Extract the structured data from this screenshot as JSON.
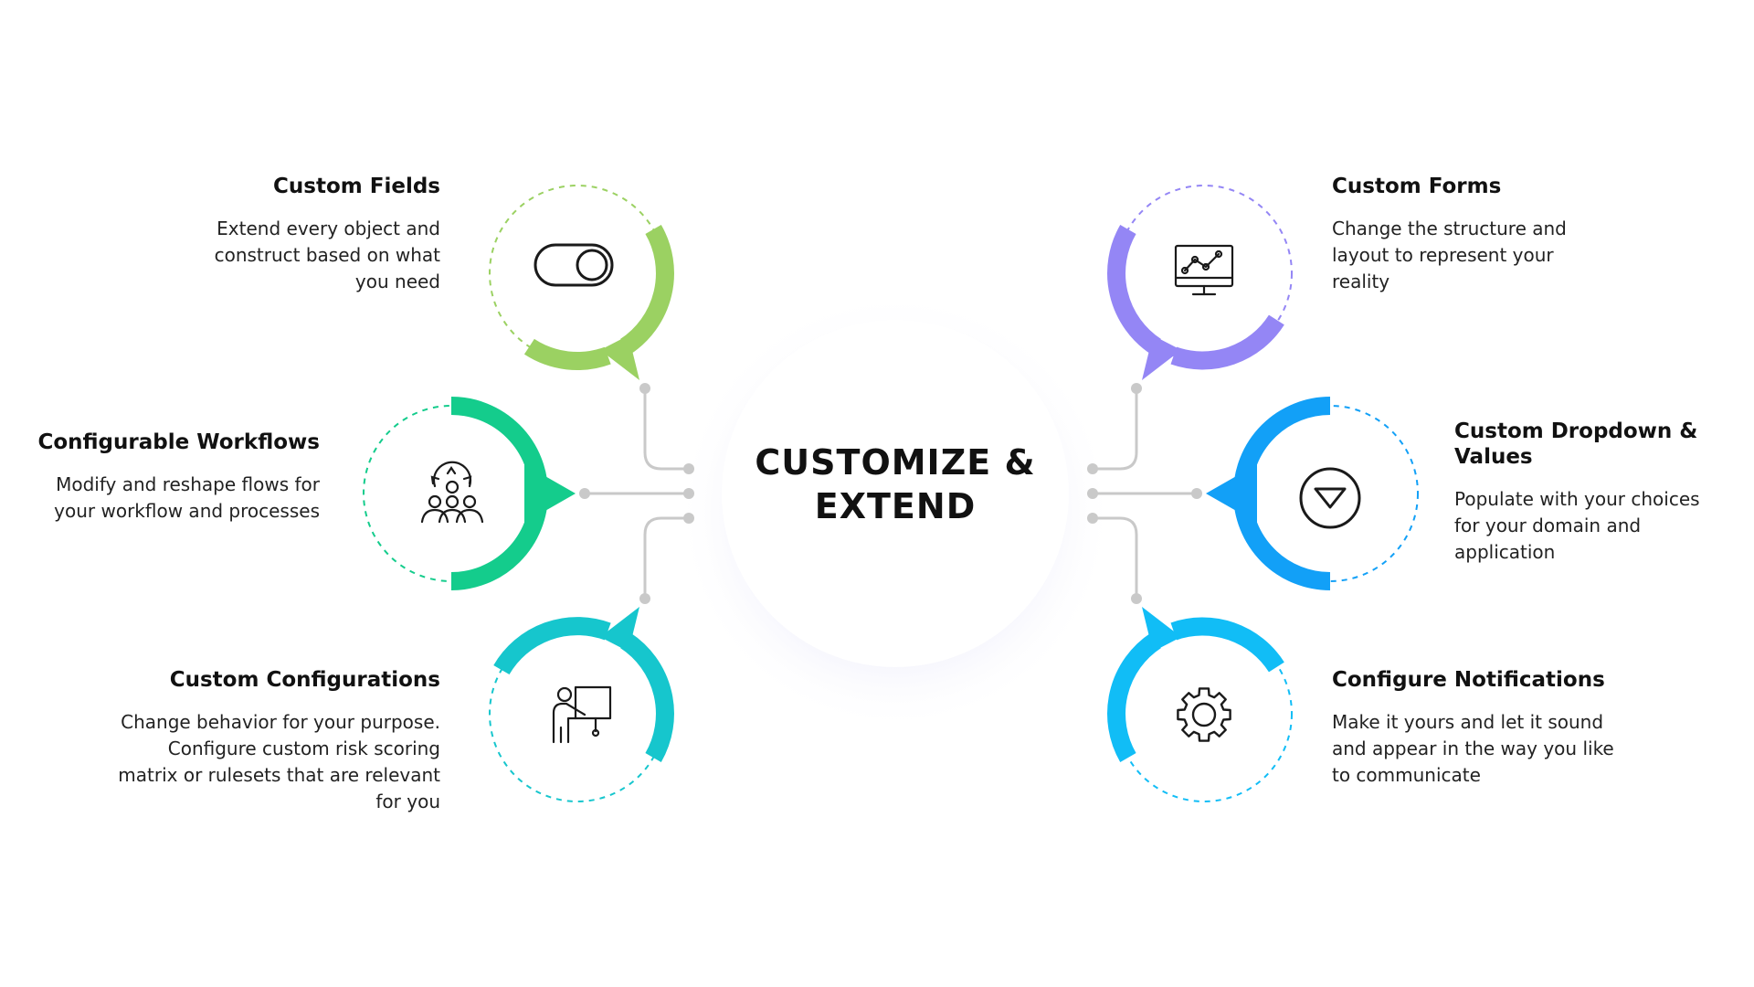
{
  "center": {
    "line1": "CUSTOMIZE &",
    "line2": "EXTEND"
  },
  "features": [
    {
      "title": "Custom Fields",
      "description": "Extend every object and construct based on what you need",
      "icon": "toggle-switch-icon",
      "color": "#9BD162"
    },
    {
      "title": "Configurable Workflows",
      "description": "Modify and reshape flows for your workflow and processes",
      "icon": "team-gear-icon",
      "color": "#14CC8C"
    },
    {
      "title": "Custom Configurations",
      "description": "Change behavior for your purpose. Configure custom risk scoring matrix or rulesets that are relevant for you",
      "icon": "presenter-board-icon",
      "color": "#16C6CD"
    },
    {
      "title": "Custom Forms",
      "description": "Change the structure and layout to represent your reality",
      "icon": "monitor-chart-icon",
      "color": "#9486F5"
    },
    {
      "title": "Custom Dropdown & Values",
      "description": "Populate with your choices for your domain and application",
      "icon": "dropdown-arrow-icon",
      "color": "#12A0F7"
    },
    {
      "title": "Configure Notifications",
      "description": "Make it yours and let it sound and appear in the way you like to communicate",
      "icon": "gear-icon",
      "color": "#11BDF6"
    }
  ]
}
